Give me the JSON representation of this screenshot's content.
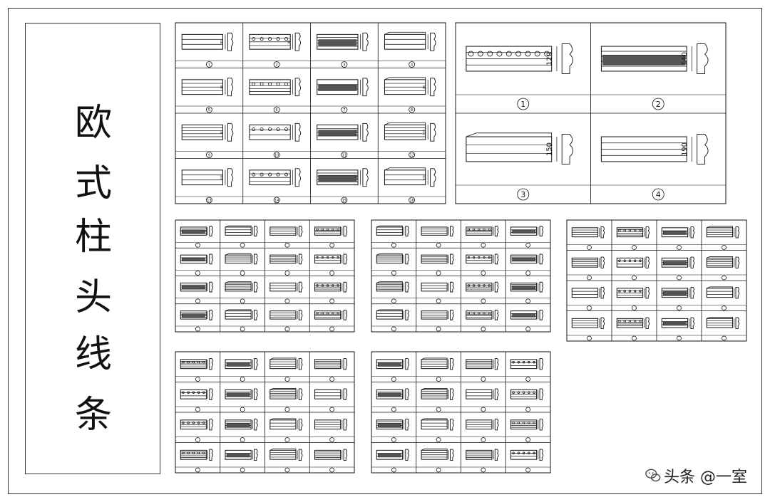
{
  "title_chars": [
    "欧",
    "式",
    "柱",
    "头",
    "线",
    "条"
  ],
  "watermark": {
    "text": "头条 @一室",
    "icon": "wechat-icon"
  },
  "ink_color": "#111111",
  "panels": [
    {
      "id": "group-a",
      "rows": 4,
      "cols": 4,
      "labels": [
        "1",
        "2",
        "3",
        "4",
        "5",
        "6",
        "7",
        "8",
        "9",
        "10",
        "11",
        "12",
        "13",
        "14",
        "15",
        "16"
      ],
      "dims": [
        "80",
        "80",
        "",
        "",
        "90",
        "",
        "80",
        "80",
        "80",
        "",
        "120",
        "120",
        "100",
        "",
        "100",
        "100"
      ]
    },
    {
      "id": "group-b",
      "rows": 2,
      "cols": 2,
      "labels": [
        "1",
        "2",
        "3",
        "4"
      ],
      "dims": [
        "120",
        "140",
        "150",
        "190"
      ]
    },
    {
      "id": "group-c",
      "rows": 4,
      "cols": 4,
      "labels": []
    },
    {
      "id": "group-d",
      "rows": 4,
      "cols": 4,
      "labels": []
    },
    {
      "id": "group-e",
      "rows": 4,
      "cols": 4,
      "labels": []
    },
    {
      "id": "group-f",
      "rows": 4,
      "cols": 4,
      "labels": []
    },
    {
      "id": "group-g",
      "rows": 4,
      "cols": 4,
      "labels": []
    }
  ]
}
